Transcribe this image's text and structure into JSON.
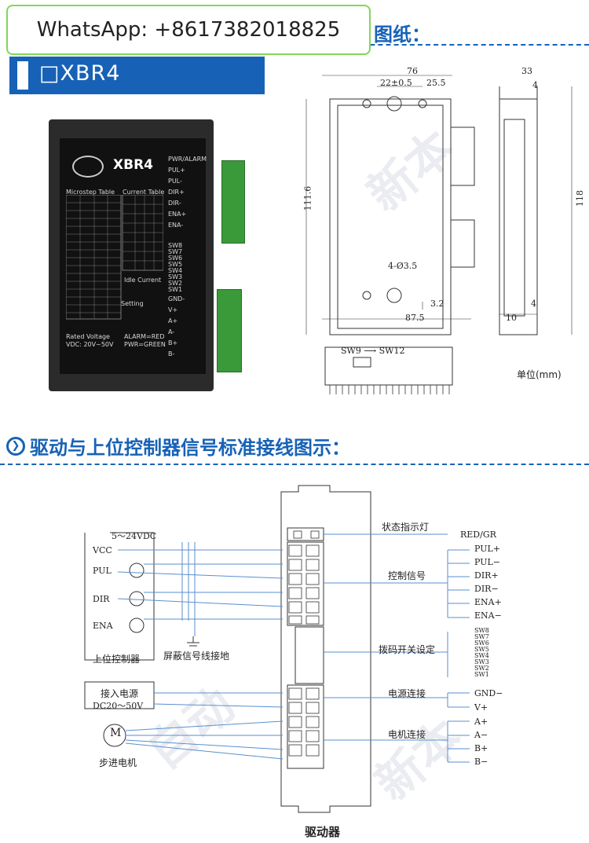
{
  "overlay": {
    "whatsapp": "WhatsApp: +8617382018825"
  },
  "header": {
    "model": "□XBR4",
    "section_dims": "图纸：",
    "section_wiring": "驱动与上位控制器信号标准接线图示："
  },
  "device": {
    "title": "XBR4",
    "microstep_label": "Microstep Table",
    "current_label": "Current Table",
    "pwr_label": "PWR/ALARM",
    "pins_top": [
      "PUL+",
      "PUL-",
      "DIR+",
      "DIR-",
      "ENA+",
      "ENA-"
    ],
    "sw_labels": [
      "SW8",
      "SW7",
      "SW6",
      "SW5",
      "SW4",
      "SW3",
      "SW2",
      "SW1"
    ],
    "pins_bottom": [
      "GND-",
      "V+",
      "A+",
      "A-",
      "B+",
      "B-"
    ],
    "rated": "Rated Voltage",
    "vdc": "VDC: 20V~50V",
    "idle": "Idle Current",
    "setting": "Setting",
    "alarm": "ALARM=RED",
    "pwr": "PWR=GREEN"
  },
  "dims": {
    "w76": "76",
    "d33": "33",
    "d22": "22±0.5",
    "d25_5": "25.5",
    "d4a": "4",
    "h111_6": "111.6",
    "h118": "118",
    "hole": "4-Ø3.5",
    "d3_2": "3.2",
    "d4b": "4",
    "w87_5": "87.5",
    "d10": "10",
    "sw": "SW9 ⟶ SW12",
    "unit": "单位(mm)"
  },
  "wiring": {
    "supply": "5～24VDC",
    "vcc": "VCC",
    "pul": "PUL",
    "dir": "DIR",
    "ena": "ENA",
    "upper_ctrl": "上位控制器",
    "shield": "屏蔽信号线接地",
    "power_in": "接入电源",
    "dc": "DC20～50V",
    "motor": "步进电机",
    "motor_m": "M",
    "status_led": "状态指示灯",
    "redgr": "RED/GR",
    "ctrl_signal": "控制信号",
    "ctrl_pins": [
      "PUL+",
      "PUL−",
      "DIR+",
      "DIR−",
      "ENA+",
      "ENA−"
    ],
    "dip": "拨码开关设定",
    "dip_pins": [
      "SW8",
      "SW7",
      "SW6",
      "SW5",
      "SW4",
      "SW3",
      "SW2",
      "SW1"
    ],
    "power_conn": "电源连接",
    "power_pins": [
      "GND−",
      "V+"
    ],
    "motor_conn": "电机连接",
    "motor_pins": [
      "A+",
      "A−",
      "B+",
      "B−"
    ],
    "driver": "驱动器"
  },
  "colors": {
    "brand_blue": "#1762b6",
    "line_blue": "#5a8fcf",
    "terminal_green": "#3a9a3a"
  }
}
